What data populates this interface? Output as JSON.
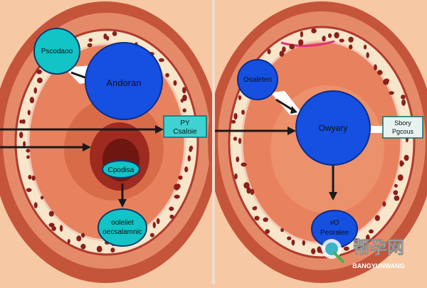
{
  "colors": {
    "background": "#f6c9a4",
    "tissue_outer": "#c4553a",
    "tissue_band": "#e58a68",
    "tissue_inner": "#e8825e",
    "cell_ring": "#f7e6c9",
    "cell_dots": "#8a1f1a",
    "blue_node": "#1550e0",
    "teal_node": "#12c4c6",
    "arrow": "#1a1a1a"
  },
  "left_panel": {
    "teal_top_label": "Pscodaoo",
    "blue_label": "Andoran",
    "box_label_line1": "PY",
    "box_label_line2": "Csaloie",
    "center_label": "Cpodisa",
    "bottom_label_line1": "ooleiiet",
    "bottom_label_line2": "oecsalamnic"
  },
  "right_panel": {
    "blue_top_label": "Osaleten",
    "blue_center_label": "Owyary",
    "box_label_line1": "Sbory",
    "box_label_line2": "Pgcous",
    "bottom_label_line1": "vO",
    "bottom_label_line2": "Peoralee"
  },
  "watermark": {
    "text": "帮孕网",
    "subtext": "BANGYUNWANG"
  }
}
